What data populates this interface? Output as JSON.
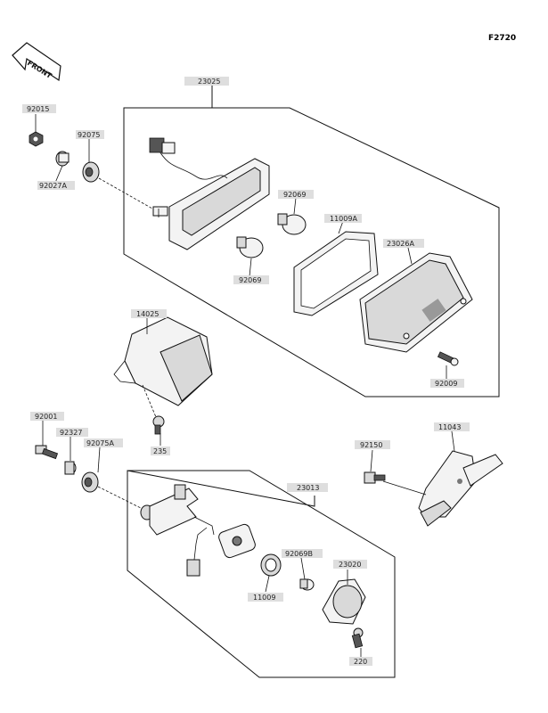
{
  "figure_code": "F2720",
  "front_label": "FRONT",
  "parts": {
    "p92015": "92015",
    "p92027a": "92027A",
    "p92075": "92075",
    "p23025": "23025",
    "p92069_top": "92069",
    "p11009a": "11009A",
    "p23026a": "23026A",
    "p92069_bulb": "92069",
    "p92009": "92009",
    "p14025": "14025",
    "p235": "235",
    "p92001": "92001",
    "p92327": "92327",
    "p92075a": "92075A",
    "p92150": "92150",
    "p11043": "11043",
    "p23013": "23013",
    "p92069b": "92069B",
    "p23020": "23020",
    "p11009": "11009",
    "p220": "220"
  }
}
